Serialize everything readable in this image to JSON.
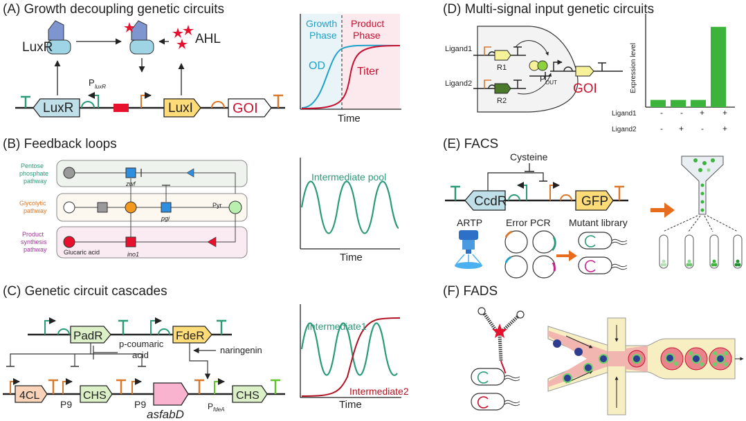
{
  "panelA": {
    "title": "(A) Growth decoupling genetic circuits",
    "luxr": "LuxR",
    "ahl": "AHL",
    "promoter": "P",
    "promoter_sub": "luxR",
    "gene_luxr": "LuxR",
    "gene_luxi": "LuxI",
    "gene_goi": "GOI",
    "plot": {
      "growth_phase": [
        "Growth",
        "Phase"
      ],
      "product_phase": [
        "Product",
        "Phase"
      ],
      "od": "OD",
      "titer": "Titer",
      "xlabel": "Time"
    }
  },
  "panelB": {
    "title": "(B)  Feedback loops",
    "row1": [
      "Pentose",
      "phosphate",
      "pathway"
    ],
    "row2": [
      "Glycolytic",
      "pathway"
    ],
    "row3": [
      "Product",
      "synthesis",
      "pathway"
    ],
    "zwf": "zwf",
    "pgi": "pgi",
    "pyr": "Pyr",
    "glucaric": "Glucaric acid",
    "ino1": "ino1",
    "plot": {
      "legend": "Intermediate pool",
      "xlabel": "Time"
    }
  },
  "panelC": {
    "title": "(C) Genetic circuit cascades",
    "padr": "PadR",
    "fder": "FdeR",
    "pcoumaric": [
      "p-coumaric",
      "acid"
    ],
    "naringenin": "naringenin",
    "g4cl": "4CL",
    "chs1": "CHS",
    "asfabd": "asfabD",
    "chs2": "CHS",
    "p9a": "P9",
    "p9b": "P9",
    "pfdea": "P",
    "pfdea_sub": "fdeA",
    "plot": {
      "legend1": "Intermediate1",
      "legend2": "Intermediate2",
      "xlabel": "Time"
    }
  },
  "panelD": {
    "title": "(D) Multi-signal input genetic circuits",
    "ligand1": "Ligand1",
    "ligand2": "Ligand2",
    "r1": "R1",
    "r2": "R2",
    "pout": "P",
    "pout_sub": "OUT",
    "goi": "GOI",
    "ylabel": "Expression level",
    "row1_label": "Ligand1",
    "row2_label": "Ligand2",
    "row1_signs": [
      "-",
      "-",
      "+",
      "+"
    ],
    "row2_signs": [
      "-",
      "+",
      "-",
      "+"
    ]
  },
  "chart_data": {
    "type": "bar",
    "categories": [
      "- / -",
      "- / +",
      "+ / -",
      "+ / +"
    ],
    "values": [
      0.09,
      0.09,
      0.09,
      1.0
    ],
    "ylabel": "Expression level",
    "ylim": [
      0,
      1.05
    ],
    "color": "#3cb43c"
  },
  "panelE": {
    "title": "(E) FACS",
    "cysteine": "Cysteine",
    "ccdr": "CcdR",
    "gfp": "GFP",
    "artp": "ARTP",
    "error_pcr": "Error PCR",
    "mutant_library": "Mutant library"
  },
  "panelF": {
    "title": "(F) FADS"
  },
  "colors": {
    "teal": "#2a9a78",
    "orange": "#d9772a",
    "crimson": "#c8102e",
    "gene_blue": "#bfe0e8",
    "gene_yellow": "#ffdc78",
    "gene_pink": "#f9b3cf",
    "gene_peach": "#fbd3b8",
    "gene_green": "#dcf0c8"
  }
}
